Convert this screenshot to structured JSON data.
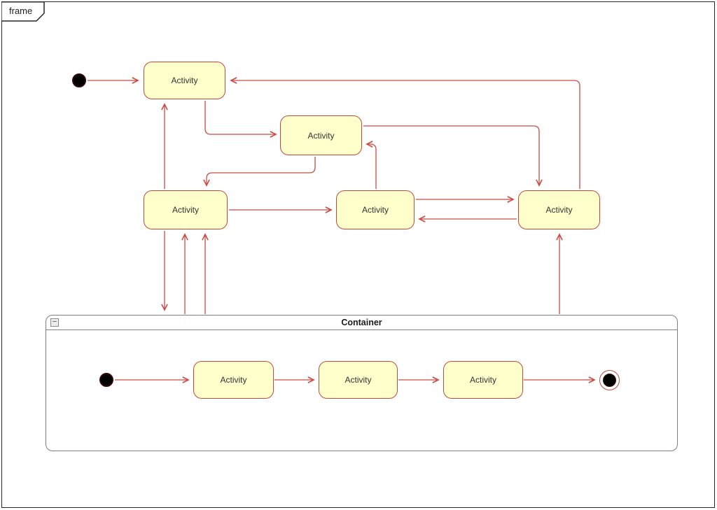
{
  "frame": {
    "label": "frame"
  },
  "palette": {
    "edge_line": "#cb4c45",
    "state_border": "#bf4a3e",
    "state_fill": "#ffffcc",
    "state_text": "#333333",
    "container_border": "#7f7f7f",
    "frame_border": "#262626",
    "initial_node_fill": "#000000",
    "final_ring": "#bf4a3e"
  },
  "icons": {
    "collapse": "−"
  },
  "diagram": {
    "states": [
      {
        "id": "activity-top",
        "label": "Activity"
      },
      {
        "id": "activity-upper-middle",
        "label": "Activity"
      },
      {
        "id": "activity-left",
        "label": "Activity"
      },
      {
        "id": "activity-middle",
        "label": "Activity"
      },
      {
        "id": "activity-right",
        "label": "Activity"
      }
    ],
    "container": {
      "title": "Container",
      "states": [
        {
          "label": "Activity"
        },
        {
          "label": "Activity"
        },
        {
          "label": "Activity"
        }
      ]
    }
  }
}
